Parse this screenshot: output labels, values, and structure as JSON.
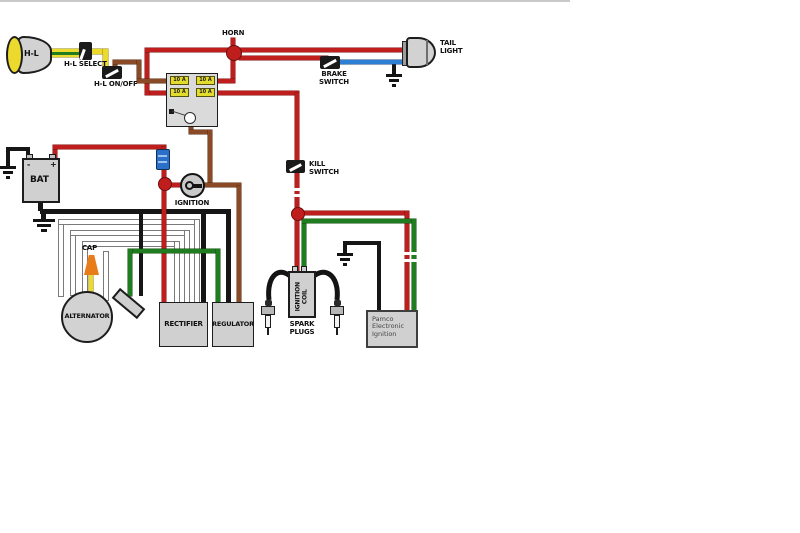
{
  "diagram_title": "motorcycle-chopper-wiring-diagram",
  "colors": {
    "red": "#c01d1d",
    "brown": "#8a4a26",
    "green": "#1f7d1f",
    "yellow": "#ecd92d",
    "blue": "#2d7fd3",
    "black": "#161616",
    "box_grey": "#d0d0d0",
    "fuse_yellow": "#e4dc2c",
    "cap_orange": "#e87b1a"
  },
  "labels": {
    "headlight": "H-L",
    "hl_select": "H-L SELECT",
    "hl_onoff": "H-L ON/OFF",
    "horn": "HORN",
    "brake_switch": "BRAKE\nSWITCH",
    "tail_light": "TAIL\nLIGHT",
    "kill_switch": "KILL\nSWITCH",
    "battery": "BAT",
    "battery_plus": "+",
    "battery_minus": "-",
    "ignition": "IGNITION",
    "cap": "CAP",
    "alternator": "ALTERNATOR",
    "rectifier": "RECTIFIER",
    "regulator": "REGULATOR",
    "ignition_coil": "IGNITION\nCOIL",
    "spark_plugs": "SPARK\nPLUGS",
    "pamco": "Pamco\nElectronic\nIgnition"
  },
  "fuses": [
    "10 A",
    "10 A",
    "10 A",
    "10 A"
  ]
}
